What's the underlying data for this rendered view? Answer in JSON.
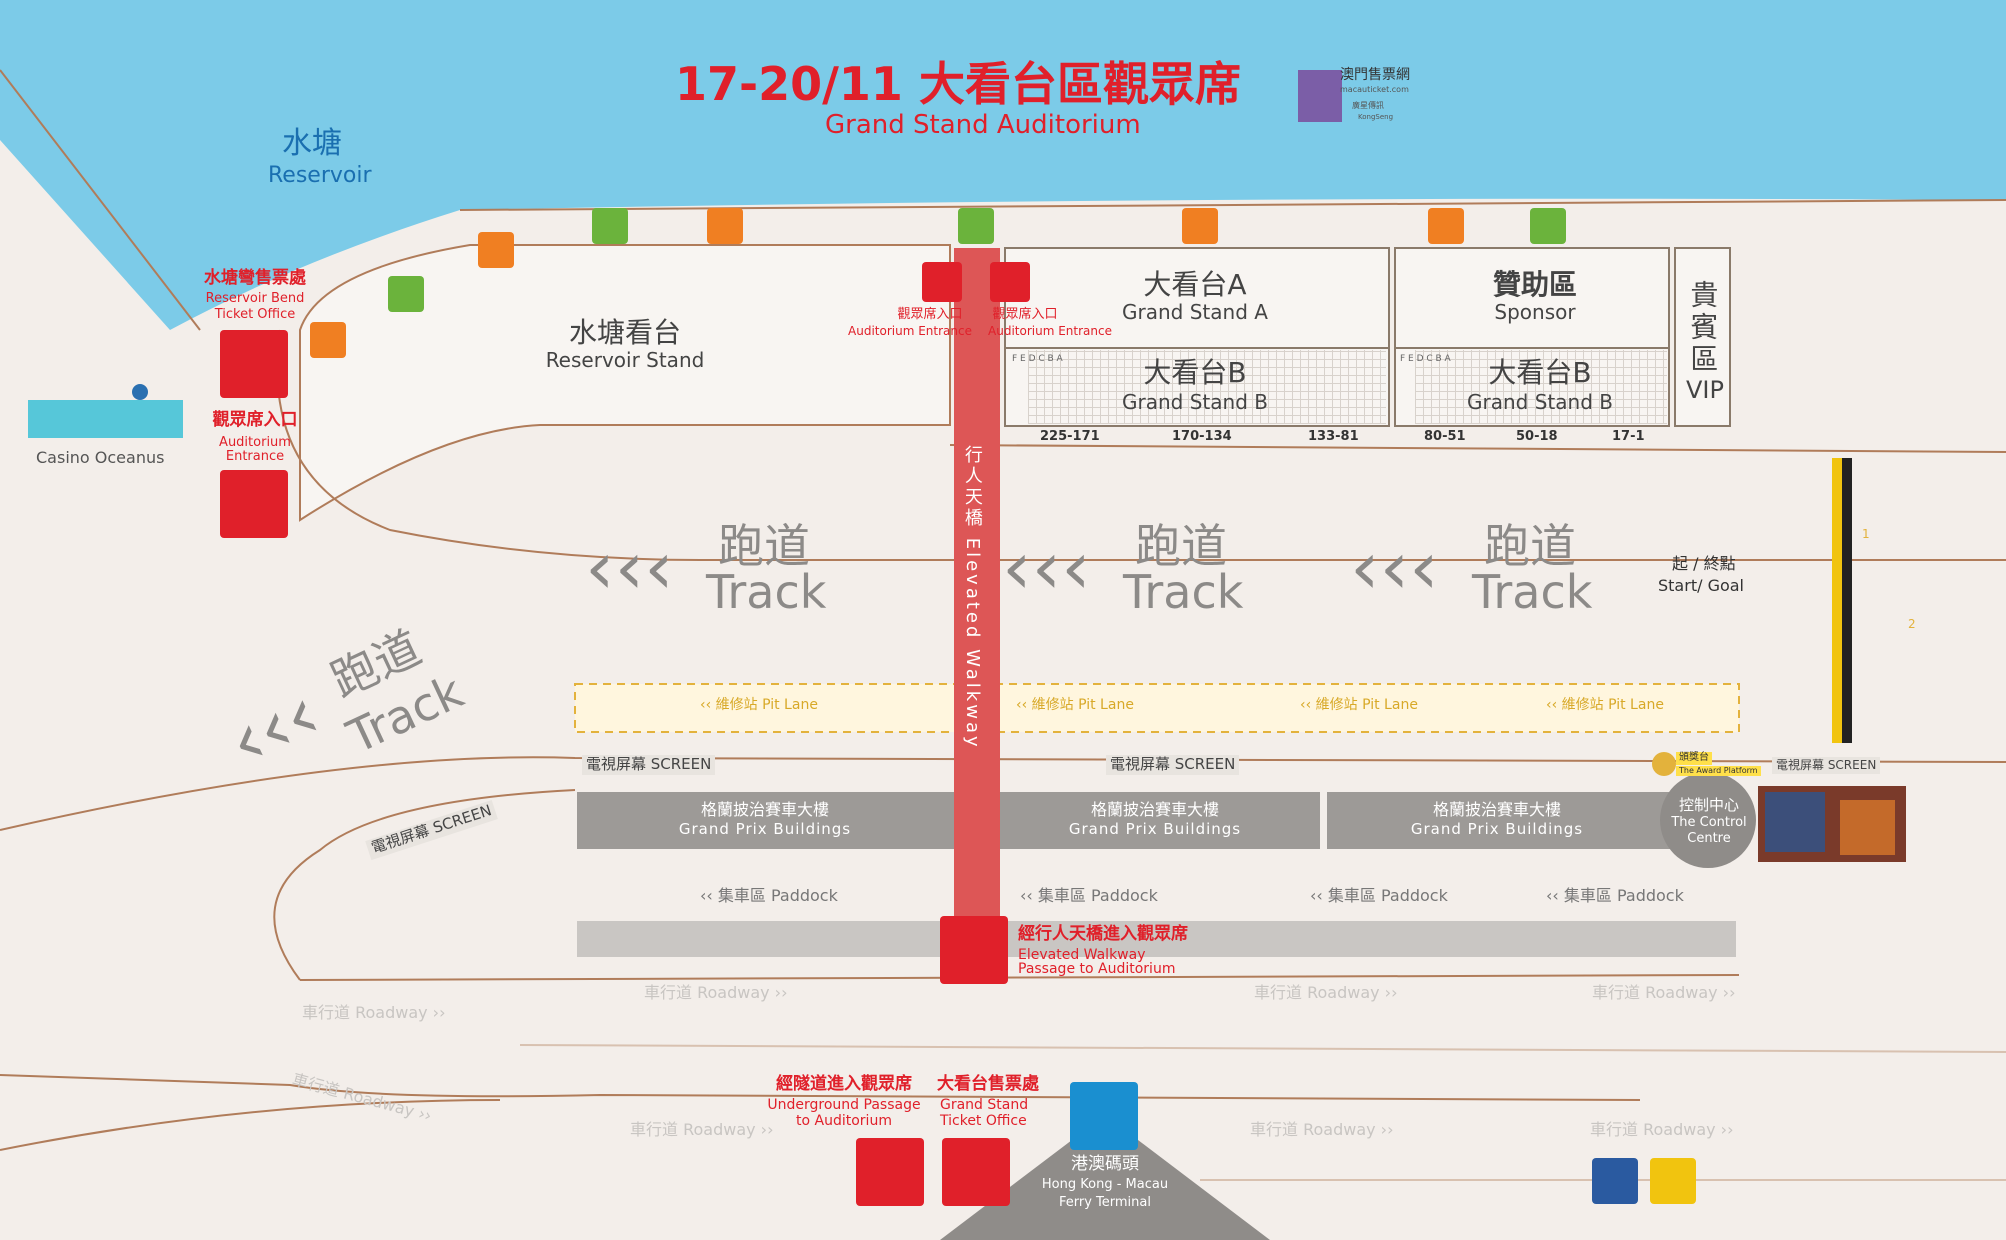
{
  "header": {
    "title": "17-20/11 大看台區觀眾席",
    "subtitle": "Grand Stand Auditorium",
    "brand_cn": "澳門售票網",
    "brand_url": "macauticket.com",
    "brand_sub_cn": "廣星傳訊",
    "brand_sub_en": "KongSeng"
  },
  "labels": {
    "reservoir": {
      "cn": "水塘",
      "en": "Reservoir"
    },
    "reservoir_bend_ticket": {
      "cn": "水塘彎售票處",
      "en1": "Reservoir Bend",
      "en2": "Ticket Office"
    },
    "auditorium_entrance_left": {
      "cn": "觀眾席入口",
      "en1": "Auditorium",
      "en2": "Entrance"
    },
    "walkway_entrance": {
      "cn": "觀眾席入口",
      "en": "Auditorium Entrance"
    },
    "casino": "Casino Oceanus",
    "elevated_walkway": "行人天橋 Elevated Walkway",
    "start_goal": {
      "cn": "起 / 終點",
      "en": "Start/ Goal"
    },
    "grid_marks": [
      "1",
      "2"
    ],
    "pit_lane": "‹‹ 維修站 Pit Lane",
    "screen": "電視屏幕  SCREEN",
    "award_platform": {
      "cn": "頒獎台",
      "en": "The Award Platform"
    },
    "gp_building": {
      "cn": "格蘭披治賽車大樓",
      "en": "Grand Prix Buildings"
    },
    "control_centre": {
      "cn": "控制中心",
      "en1": "The Control",
      "en2": "Centre"
    },
    "paddock": "‹‹ 集車區 Paddock",
    "walkway_passage": {
      "cn": "經行人天橋進入觀眾席",
      "en1": "Elevated Walkway",
      "en2": "Passage to Auditorium"
    },
    "roadway": "車行道 Roadway ››",
    "underground_passage": {
      "cn": "經隧道進入觀眾席",
      "en1": "Underground Passage",
      "en2": "to Auditorium"
    },
    "grandstand_ticket": {
      "cn": "大看台售票處",
      "en1": "Grand Stand",
      "en2": "Ticket Office"
    },
    "ferry_terminal": {
      "cn": "港澳碼頭",
      "en1": "Hong Kong - Macau",
      "en2": "Ferry Terminal"
    }
  },
  "stands": {
    "reservoir": {
      "cn": "水塘看台",
      "en": "Reservoir Stand"
    },
    "grand_a": {
      "cn": "大看台A",
      "en": "Grand Stand A"
    },
    "grand_b": {
      "cn": "大看台B",
      "en": "Grand Stand B"
    },
    "sponsor": {
      "cn": "贊助區",
      "en": "Sponsor"
    },
    "vip": {
      "cn": "貴賓區",
      "en": "VIP"
    },
    "rows": "F E D C B A",
    "sections": [
      "225-171",
      "170-134",
      "133-81",
      "80-51",
      "50-18",
      "17-1"
    ]
  },
  "track": {
    "cn": "跑道",
    "en": "Track",
    "arrow": "‹‹‹"
  },
  "colors": {
    "accent_red": "#e0202a",
    "water": "#7ccbe8",
    "walkway": "#dd5656",
    "building_grey": "#9d9a97",
    "pit_lane_yellow": "#e3b23c"
  }
}
